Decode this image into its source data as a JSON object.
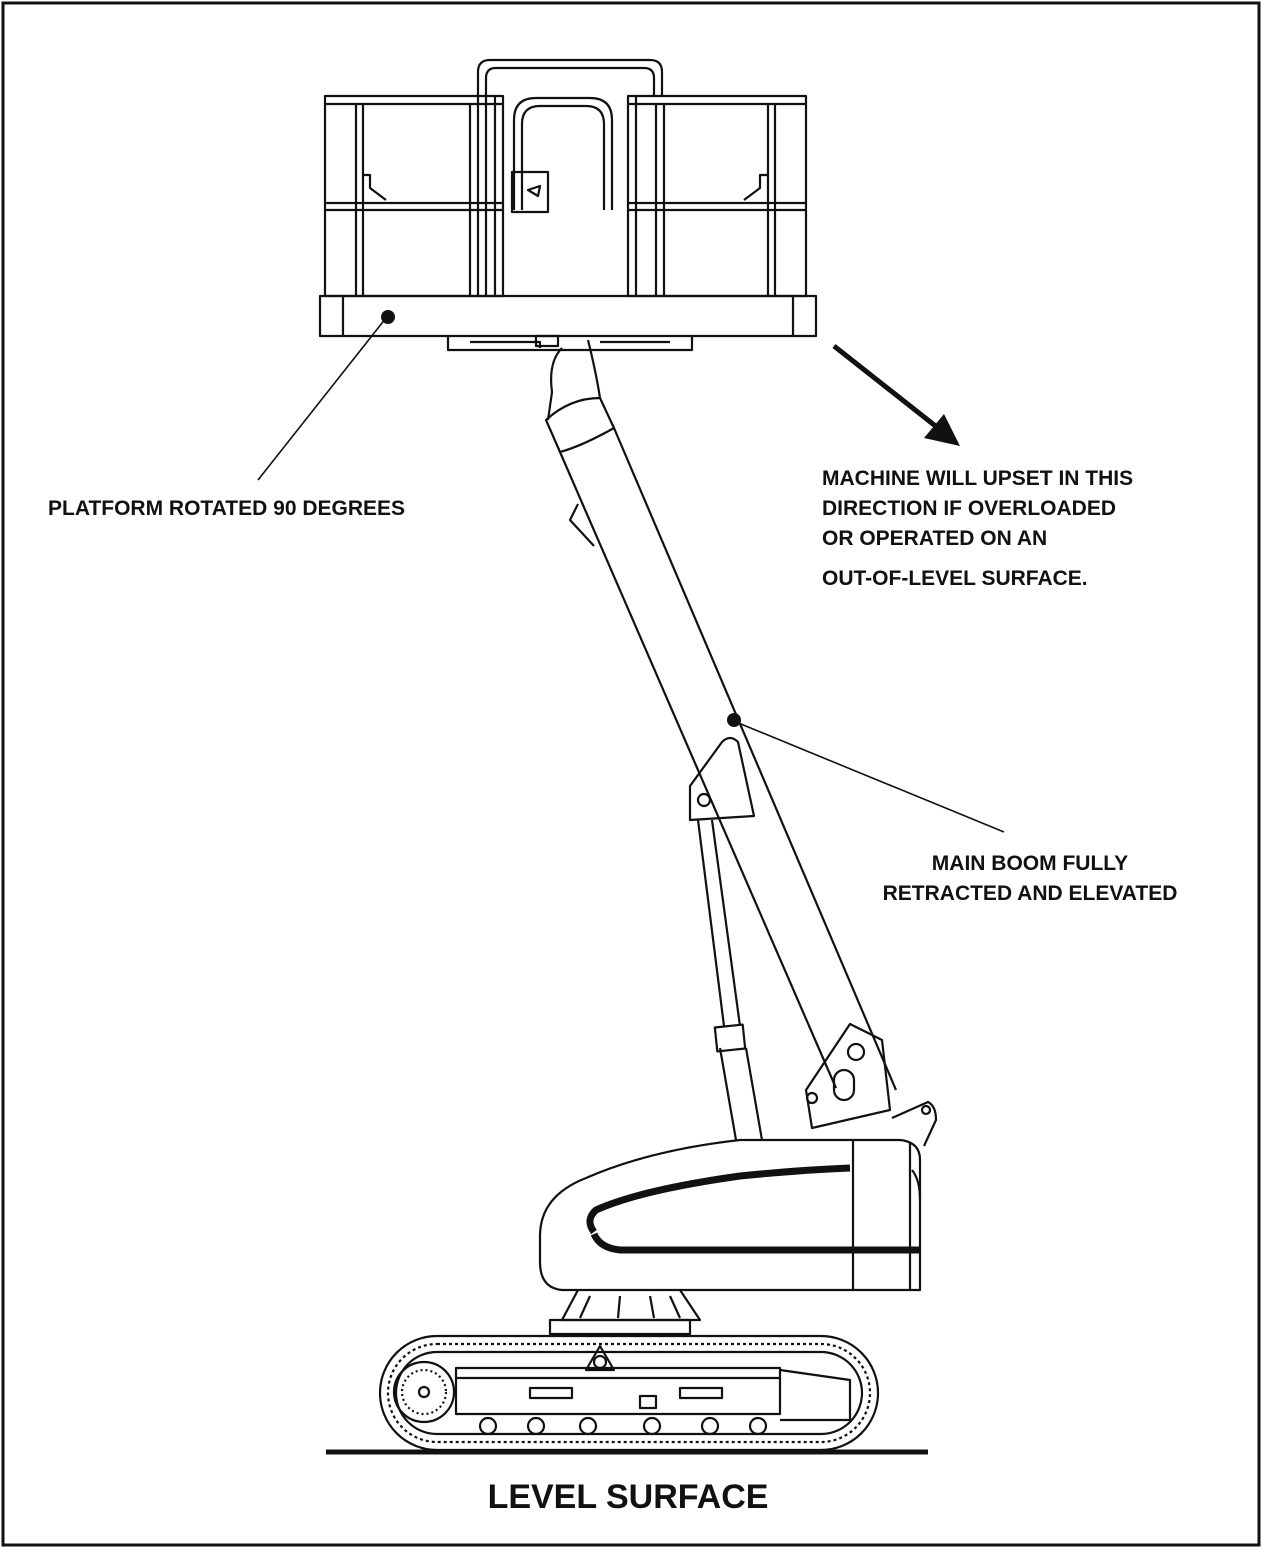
{
  "labels": {
    "platform": "PLATFORM ROTATED 90 DEGREES",
    "upset": [
      "MACHINE WILL UPSET IN THIS",
      "DIRECTION IF OVERLOADED",
      "OR OPERATED ON AN",
      "OUT-OF-LEVEL SURFACE."
    ],
    "boom": [
      "MAIN BOOM FULLY",
      "RETRACTED AND ELEVATED"
    ],
    "surface": "LEVEL SURFACE"
  },
  "colors": {
    "ink": "#111111",
    "paper": "#ffffff"
  },
  "icons": [
    "upset-direction-arrow-icon",
    "callout-dot-icon"
  ]
}
